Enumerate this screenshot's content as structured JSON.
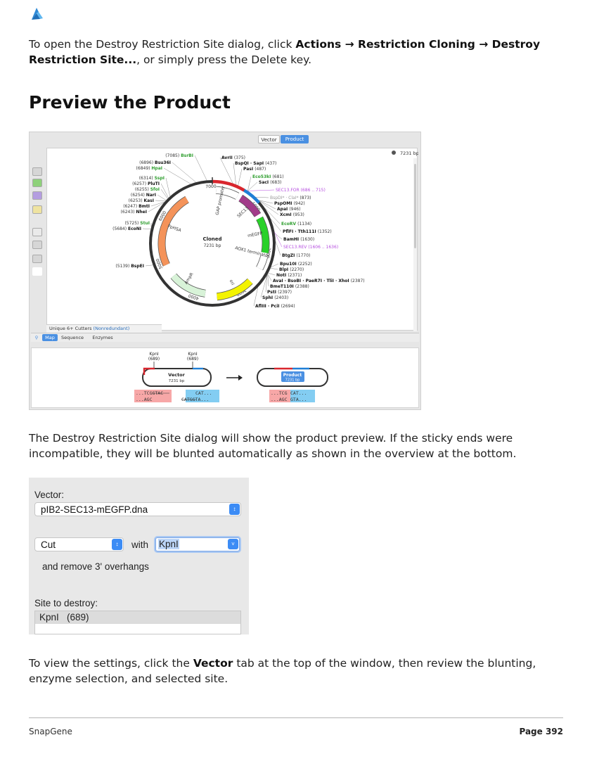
{
  "intro": {
    "prefix": "To open the Destroy Restriction Site dialog, click ",
    "menu_path": "Actions → Restriction Cloning → Destroy Restriction Site...",
    "suffix": ", or simply press the Delete key."
  },
  "section_title": "Preview the Product",
  "map_window": {
    "view_tabs": [
      "Vector",
      "Product"
    ],
    "active_view": "Product",
    "bp_label": "7231 bp",
    "plasmid_name": "Cloned",
    "plasmid_size": "7231 bp",
    "unique_cutters": "Unique 6+ Cutters",
    "nonredundant": "(Nonredundant)",
    "bottom_tabs": [
      "Map",
      "Sequence",
      "Enzymes"
    ],
    "active_bottom_tab": "Map",
    "tick_labels": [
      "7000",
      "1000",
      "2000",
      "3000",
      "4000",
      "5000",
      "6000"
    ],
    "features": [
      "GAP promoter",
      "SEC13",
      "mEGFP",
      "AOX1 terminator",
      "ori",
      "AmpR",
      "PpHSA"
    ],
    "enzymes_left": [
      {
        "name": "BsrBI",
        "pos": "(7085)",
        "color": "green"
      },
      {
        "name": "Bsu36I",
        "pos": "(6896)",
        "color": "black"
      },
      {
        "name": "HpaI",
        "pos": "(6849)",
        "color": "green"
      },
      {
        "name": "SspI",
        "pos": "(6314)",
        "color": "green"
      },
      {
        "name": "PluTI",
        "pos": "(6257)",
        "color": "black"
      },
      {
        "name": "SfoI",
        "pos": "(6255)",
        "color": "green"
      },
      {
        "name": "NarI",
        "pos": "(6254)",
        "color": "black"
      },
      {
        "name": "KasI",
        "pos": "(6253)",
        "color": "black"
      },
      {
        "name": "BmtI",
        "pos": "(6247)",
        "color": "black"
      },
      {
        "name": "NheI",
        "pos": "(6243)",
        "color": "black"
      },
      {
        "name": "StuI",
        "pos": "(5725)",
        "color": "green"
      },
      {
        "name": "EcoNI",
        "pos": "(5684)",
        "color": "black"
      },
      {
        "name": "BspEI",
        "pos": "(5139)",
        "color": "black"
      }
    ],
    "enzymes_right": [
      {
        "name": "AvrII",
        "pos": "(375)",
        "color": "black"
      },
      {
        "name": "BspQI · SapI",
        "pos": "(437)",
        "color": "black"
      },
      {
        "name": "PasI",
        "pos": "(487)",
        "color": "black"
      },
      {
        "name": "Eco53kI",
        "pos": "(681)",
        "color": "green"
      },
      {
        "name": "SacI",
        "pos": "(683)",
        "color": "black"
      },
      {
        "name": "SEC13.FOR",
        "pos": "(686 .. 715)",
        "color": "purple"
      },
      {
        "name": "BspDI* · ClaI*",
        "pos": "(873)",
        "color": "gray"
      },
      {
        "name": "PspOMI",
        "pos": "(942)",
        "color": "black"
      },
      {
        "name": "ApaI",
        "pos": "(946)",
        "color": "black"
      },
      {
        "name": "XcmI",
        "pos": "(953)",
        "color": "black"
      },
      {
        "name": "EcoRV",
        "pos": "(1134)",
        "color": "green"
      },
      {
        "name": "PflFI · Tth111I",
        "pos": "(1352)",
        "color": "black"
      },
      {
        "name": "BamHI",
        "pos": "(1630)",
        "color": "black"
      },
      {
        "name": "SEC13.REV",
        "pos": "(1606 .. 1636)",
        "color": "purple"
      },
      {
        "name": "BtgZI",
        "pos": "(1770)",
        "color": "black"
      },
      {
        "name": "Bpu10I",
        "pos": "(2252)",
        "color": "black"
      },
      {
        "name": "BlpI",
        "pos": "(2270)",
        "color": "black"
      },
      {
        "name": "NotI",
        "pos": "(2371)",
        "color": "black"
      },
      {
        "name": "AvaI · BsoBI · PaeR7I · TliI · XhoI",
        "pos": "(2387)",
        "color": "black"
      },
      {
        "name": "BmeT110I",
        "pos": "(2388)",
        "color": "black"
      },
      {
        "name": "PstI",
        "pos": "(2397)",
        "color": "black"
      },
      {
        "name": "SphI",
        "pos": "(2403)",
        "color": "black"
      },
      {
        "name": "AflIII · PciI",
        "pos": "(2694)",
        "color": "black"
      }
    ]
  },
  "overview": {
    "site_left": "KpnI",
    "site_left_pos": "(689)",
    "site_right": "KpnI",
    "site_right_pos": "(689)",
    "vector_label": "Vector",
    "vector_size": "7231 bp",
    "product_label": "Product",
    "product_size": "7231 bp",
    "vec_seq_left_top": "...TCGGTAC",
    "vec_seq_left_bottom": "...AGC",
    "vec_seq_right_top": "CAT...",
    "vec_seq_right_bottom": "CATGGTA...",
    "prod_seq_left_top": "...TCG",
    "prod_seq_right_top": "CAT...",
    "prod_seq_left_bottom": "...AGC",
    "prod_seq_right_bottom": "GTA..."
  },
  "paragraph2": "The Destroy Restriction Site dialog will show the product preview. If the sticky ends were incompatible, they will be blunted automatically as shown in the overview at the bottom.",
  "dialog": {
    "vector_label": "Vector:",
    "vector_file": "pIB2-SEC13-mEGFP.dna",
    "action_value": "Cut",
    "with_label": "with",
    "enzyme_value": "KpnI",
    "overhang_text": "and remove 3' overhangs",
    "site_label": "Site to destroy:",
    "site_item": "KpnI   (689)"
  },
  "paragraph3": {
    "prefix": "To view the settings, click the ",
    "bold": "Vector",
    "suffix": " tab at the top of the window, then review the blunting, enzyme selection, and selected site."
  },
  "footer": {
    "brand": "SnapGene",
    "page_label": "Page 392"
  },
  "colors": {
    "accent_blue": "#4a90e2",
    "enzyme_green": "#2e9e2e",
    "primer_purple": "#b54ddf",
    "ampr_orange": "#f4935a",
    "sec13_magenta": "#a23c8a",
    "egfp_green": "#29d129",
    "ori_yellow": "#f3f300"
  }
}
